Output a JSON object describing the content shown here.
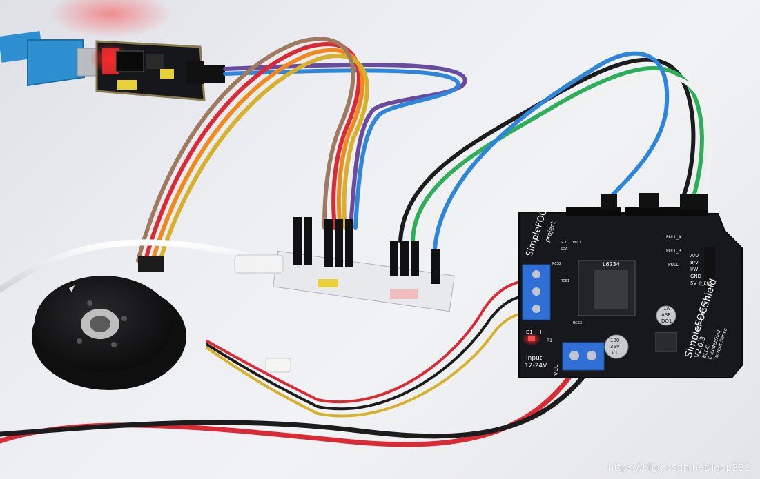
{
  "shield": {
    "brand": "SimpleFOC",
    "project": "project",
    "name": "SimpleFOCShield",
    "version": "V2.0.3",
    "compat": "Arduino/STM32",
    "bldc": "BLDC",
    "feature_encoder": "Encoder/Hall",
    "feature_sense": "Current Sense",
    "chip": "L6234",
    "input_label": "Input",
    "input_range": "12-24V",
    "vcc_label": "VCC",
    "led_label": "D1",
    "plus_sign": "+",
    "pull_a": "PULL_A",
    "pull_b": "PULL_B",
    "pull_i": "PULL_I",
    "pin_a": "A/U",
    "pin_b": "B/V",
    "pin_i": "I/W",
    "pin_gnd": "GND",
    "pin_5v": "5V",
    "p_enc": "P_ENC",
    "cap_top": "1A",
    "cap_mid": "ASE",
    "cap_bot": "DQ1",
    "cap2_top": "100",
    "cap2_mid": "35V",
    "cap2_bot": "VT",
    "rcs1": "RCS1",
    "rcs2": "RCS2",
    "rcs3": "RCS3",
    "scl": "SCL",
    "sda": "SDA",
    "pull": "PULL",
    "r1": "R1"
  },
  "watermark": "https://blog.csdn.net/loop222",
  "colors": {
    "pcb": "#17181b",
    "terminal": "#2f6fd6",
    "wire_red": "#d92b35",
    "wire_blue": "#2f86d8",
    "wire_green": "#2fae5a",
    "wire_orange": "#ef8a1e",
    "wire_brown": "#a07a5f",
    "wire_yellow": "#d7b12c",
    "usb_blue": "#2d8fd0"
  }
}
